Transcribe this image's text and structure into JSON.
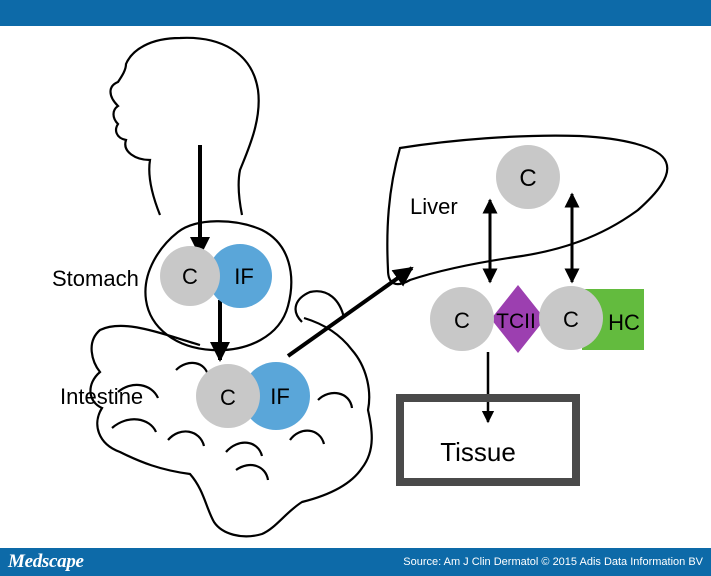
{
  "labels": {
    "stomach": "Stomach",
    "intestine": "Intestine",
    "liver": "Liver",
    "tissue": "Tissue"
  },
  "molecules": {
    "cobalamin": "C",
    "intrinsic_factor": "IF",
    "transcobalamin": "TCII",
    "haptocorrin": "HC"
  },
  "colors": {
    "header_bar": "#0d6aa8",
    "cobalamin_gray": "#c8c8c8",
    "intrinsic_factor_blue": "#5aa6d9",
    "transcobalamin_purple": "#9c3fb0",
    "haptocorrin_green": "#63bb3e",
    "tissue_border": "#4a4a4a"
  },
  "footer": {
    "logo": "Medscape",
    "source": "Source: Am J Clin Dermatol © 2015 Adis Data Information BV"
  }
}
